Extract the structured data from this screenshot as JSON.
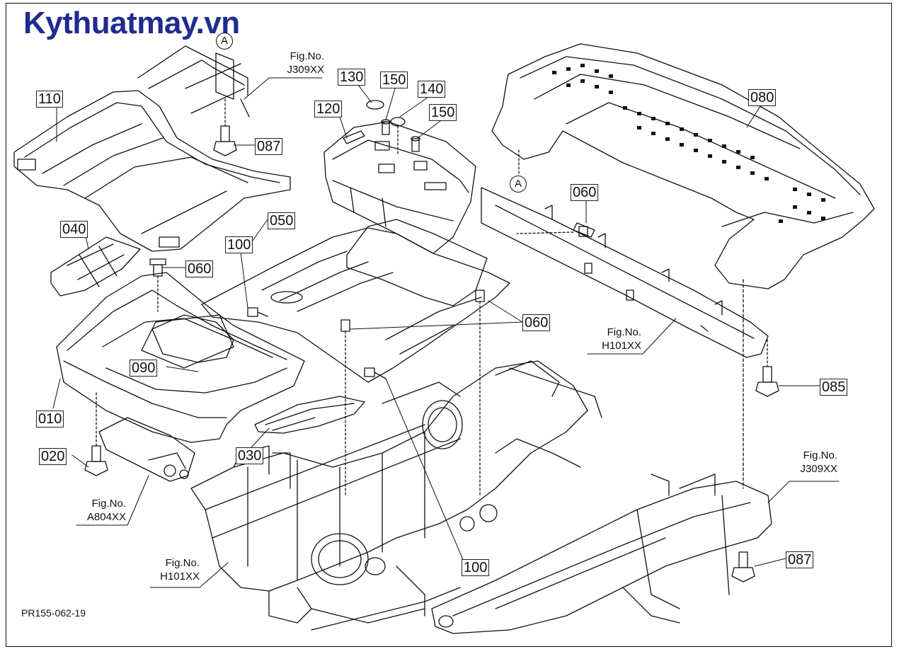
{
  "watermark": "Kythuatmay.vn",
  "colors": {
    "watermark": "#1f2b8f",
    "line": "#111111",
    "background": "#ffffff"
  },
  "drawing_code": "PR155-062-19",
  "callouts": {
    "c010": "010",
    "c020": "020",
    "c030": "030",
    "c040": "040",
    "c050": "050",
    "c060a": "060",
    "c060b": "060",
    "c060c": "060",
    "c080": "080",
    "c085": "085",
    "c087a": "087",
    "c087b": "087",
    "c090": "090",
    "c100a": "100",
    "c100b": "100",
    "c110": "110",
    "c120": "120",
    "c130": "130",
    "c140": "140",
    "c150a": "150",
    "c150b": "150"
  },
  "fig_refs": {
    "f1": {
      "label": "Fig.No.",
      "code": "J309XX"
    },
    "f2": {
      "label": "Fig.No.",
      "code": "H101XX"
    },
    "f3": {
      "label": "Fig.No.",
      "code": "J309XX"
    },
    "f4": {
      "label": "Fig.No.",
      "code": "A804XX"
    },
    "f5": {
      "label": "Fig.No.",
      "code": "H101XX"
    }
  },
  "markers": {
    "a1": "A",
    "a2": "A"
  }
}
